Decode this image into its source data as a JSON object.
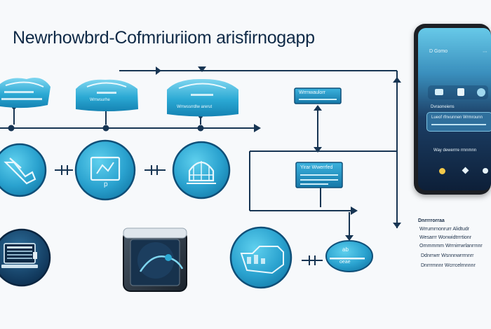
{
  "title": "Newrhowbrd-Cofmriuriiom arisfirnogapp",
  "top_banners": [
    {
      "label": ""
    },
    {
      "label": "Wrrwsurhe"
    },
    {
      "label": "Wrrwssrrdlw arerut"
    }
  ],
  "small_labels": {
    "left_box": "Wrrnwaulorr",
    "mid_box": "Yirar Wwerrfed"
  },
  "node_texts": {
    "tablet_badge": "p"
  },
  "badge_texts": {
    "line1": "ab",
    "line2": "oeae"
  },
  "phone": {
    "app_name": "D Gomo",
    "menu_glyph": "⋯",
    "card_header": "Dvraoneiens",
    "card_line": "Lueof rfnvunnen Wrmrounn",
    "card_sub": "Way dewerrre rrnnmnn"
  },
  "text_panel": {
    "heading": "Dnrrrrorraa",
    "lines": [
      "Wrrumrnonrurr Alidtudr",
      "Wesarrr Wonwidtrrrtionr",
      "Ornmmmm Wrrnirrwrlanrrnnr",
      "Ddnrrwrr Wsnnnwrrrnnrr",
      "Dnrrrmnnr Wcrrcelrnnnnr"
    ]
  },
  "colors": {
    "accent": "#2ba9d4",
    "accent_dark": "#0f4f78",
    "connector": "#173553",
    "box_fill": "#2596c8",
    "panel_text": "#1b2f48"
  }
}
